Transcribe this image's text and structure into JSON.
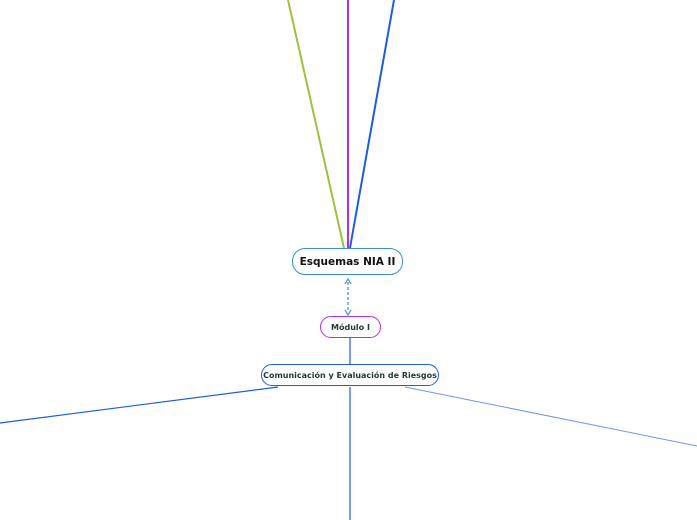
{
  "central_topic": {
    "label": "Esquemas NIA II",
    "border_color": "#3a8fd0"
  },
  "subtopic": {
    "label": "Módulo I",
    "border_color": "#b030e8"
  },
  "child_topic": {
    "label": "Comunicación y Evaluación de Riesgos",
    "border_color": "#1e5ae6"
  },
  "branch_colors": {
    "green": "#9dc23b",
    "purple": "#b030e8",
    "blue": "#1e5ae6",
    "light_blue": "#6f95f0"
  }
}
